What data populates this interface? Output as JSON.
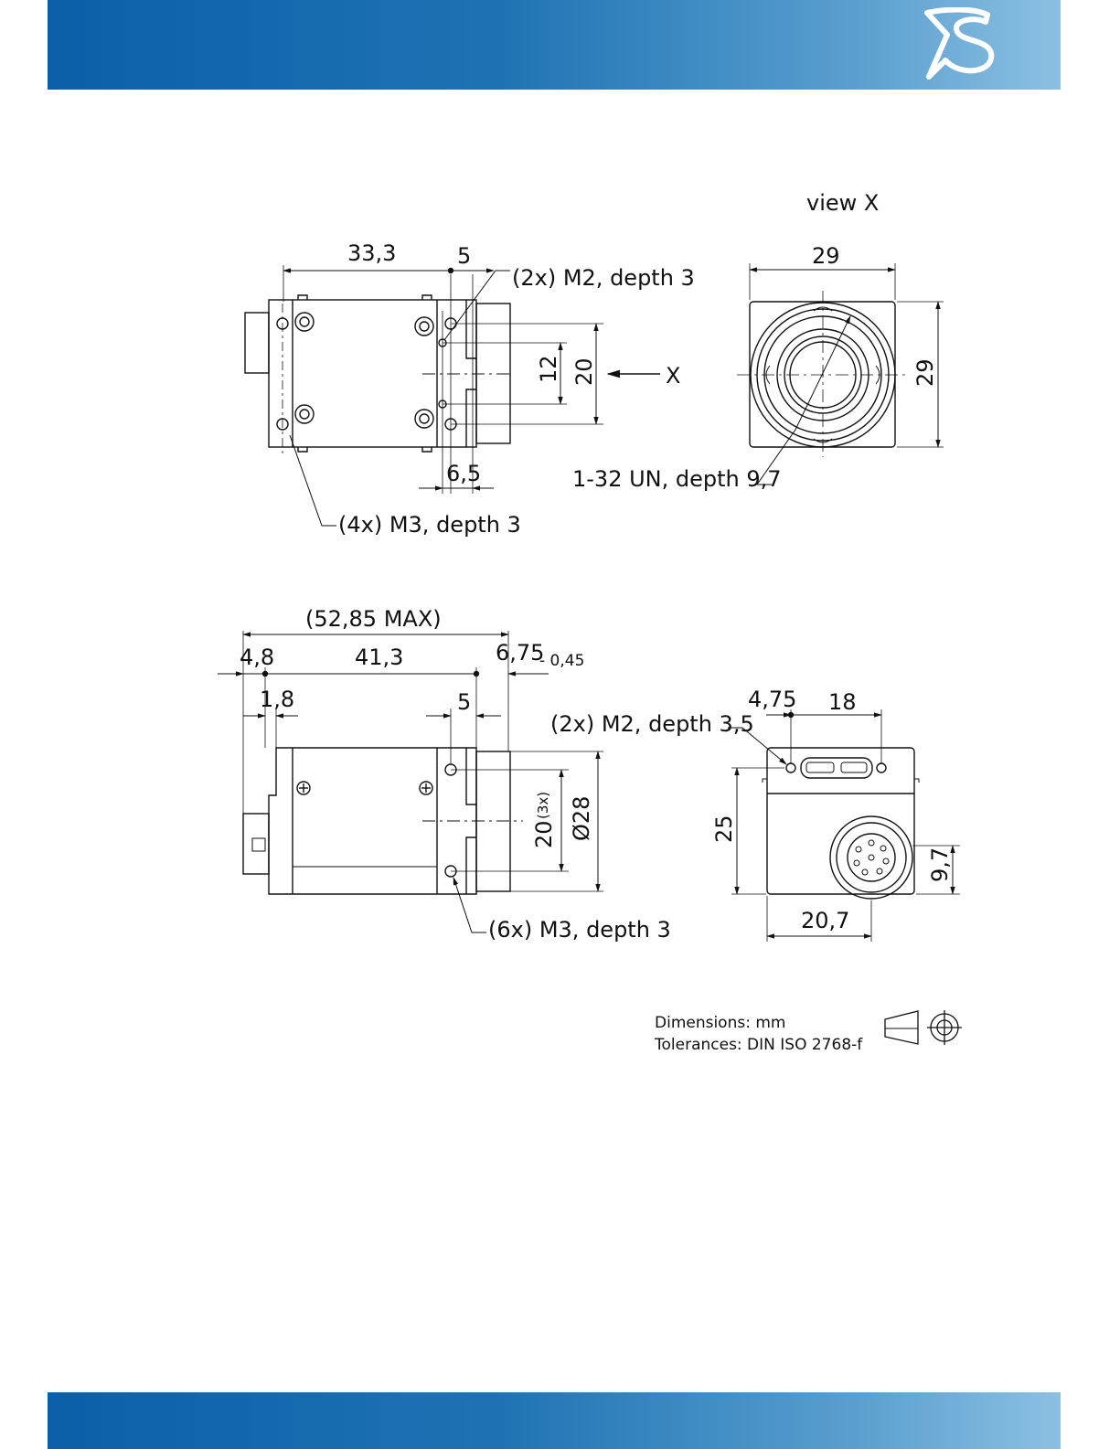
{
  "colors": {
    "band_start": "#0a5fa8",
    "band_end": "#8cc0e2",
    "ink": "#111111",
    "logo": "#ffffff"
  },
  "icons": [
    "logo-icon",
    "taper-projection-icon",
    "first-angle-projection-icon",
    "arrow-icon"
  ],
  "view_label": "view X",
  "top_view": {
    "dim_33_3": "33,3",
    "dim_5": "5",
    "dim_12": "12",
    "dim_20": "20",
    "dim_6_5": "6,5",
    "view_arrow_label": "X",
    "note_m2": "(2x) M2, depth 3",
    "note_m3": "(4x) M3, depth 3"
  },
  "front_view": {
    "dim_29_w": "29",
    "dim_29_h": "29",
    "note_thread": "1-32 UN, depth 9,7"
  },
  "side_view": {
    "dim_max": "(52,85 MAX)",
    "dim_4_8": "4,8",
    "dim_41_3": "41,3",
    "dim_6_75": "6,75",
    "tol_6_75": "- 0,45",
    "dim_1_8": "1,8",
    "dim_5": "5",
    "dim_20": "20",
    "dim_20_count": "(3x)",
    "dim_28": "Ø28",
    "note_m3": "(6x) M3, depth 3"
  },
  "back_view": {
    "dim_4_75": "4,75",
    "dim_18": "18",
    "dim_25": "25",
    "dim_9_7": "9,7",
    "dim_20_7": "20,7",
    "note_m2": "(2x) M2, depth 3,5"
  },
  "notes": {
    "dimensions": "Dimensions: mm",
    "tolerances": "Tolerances: DIN ISO 2768-f"
  }
}
